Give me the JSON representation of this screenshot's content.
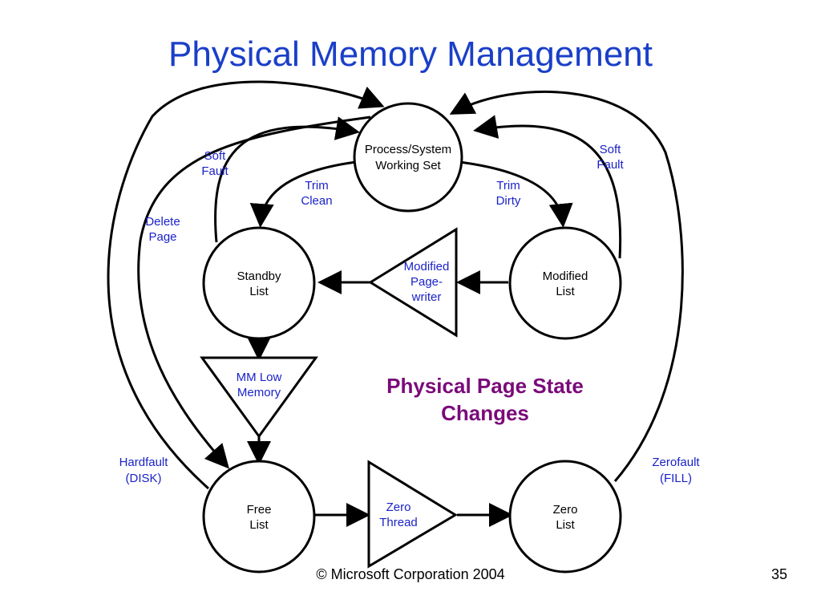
{
  "slide": {
    "title": "Physical Memory Management",
    "footer": "© Microsoft Corporation 2004",
    "page_number": "35"
  },
  "nodes": {
    "working_set": {
      "line1": "Process/System",
      "line2": "Working Set"
    },
    "standby_list": {
      "line1": "Standby",
      "line2": "List"
    },
    "modified_list": {
      "line1": "Modified",
      "line2": "List"
    },
    "free_list": {
      "line1": "Free",
      "line2": "List"
    },
    "zero_list": {
      "line1": "Zero",
      "line2": "List"
    }
  },
  "processes": {
    "modified_page_writer": {
      "line1": "Modified",
      "line2": "Page-",
      "line3": "writer"
    },
    "mm_low_memory": {
      "line1": "MM Low",
      "line2": "Memory"
    },
    "zero_thread": {
      "line1": "Zero",
      "line2": "Thread"
    }
  },
  "edge_labels": {
    "soft_fault_left": {
      "line1": "Soft",
      "line2": "Fault"
    },
    "soft_fault_right": {
      "line1": "Soft",
      "line2": "Fault"
    },
    "trim_clean": {
      "line1": "Trim",
      "line2": "Clean"
    },
    "trim_dirty": {
      "line1": "Trim",
      "line2": "Dirty"
    },
    "delete_page": {
      "line1": "Delete",
      "line2": "Page"
    },
    "hardfault": {
      "line1": "Hardfault",
      "line2": "(DISK)"
    },
    "zerofault": {
      "line1": "Zerofault",
      "line2": "(FILL)"
    }
  },
  "caption": {
    "line1": "Physical Page State",
    "line2": "Changes"
  },
  "colors": {
    "title": "#1a3fc8",
    "labels": "#1a22c8",
    "caption": "#7a0a7a",
    "lines": "#000000"
  }
}
